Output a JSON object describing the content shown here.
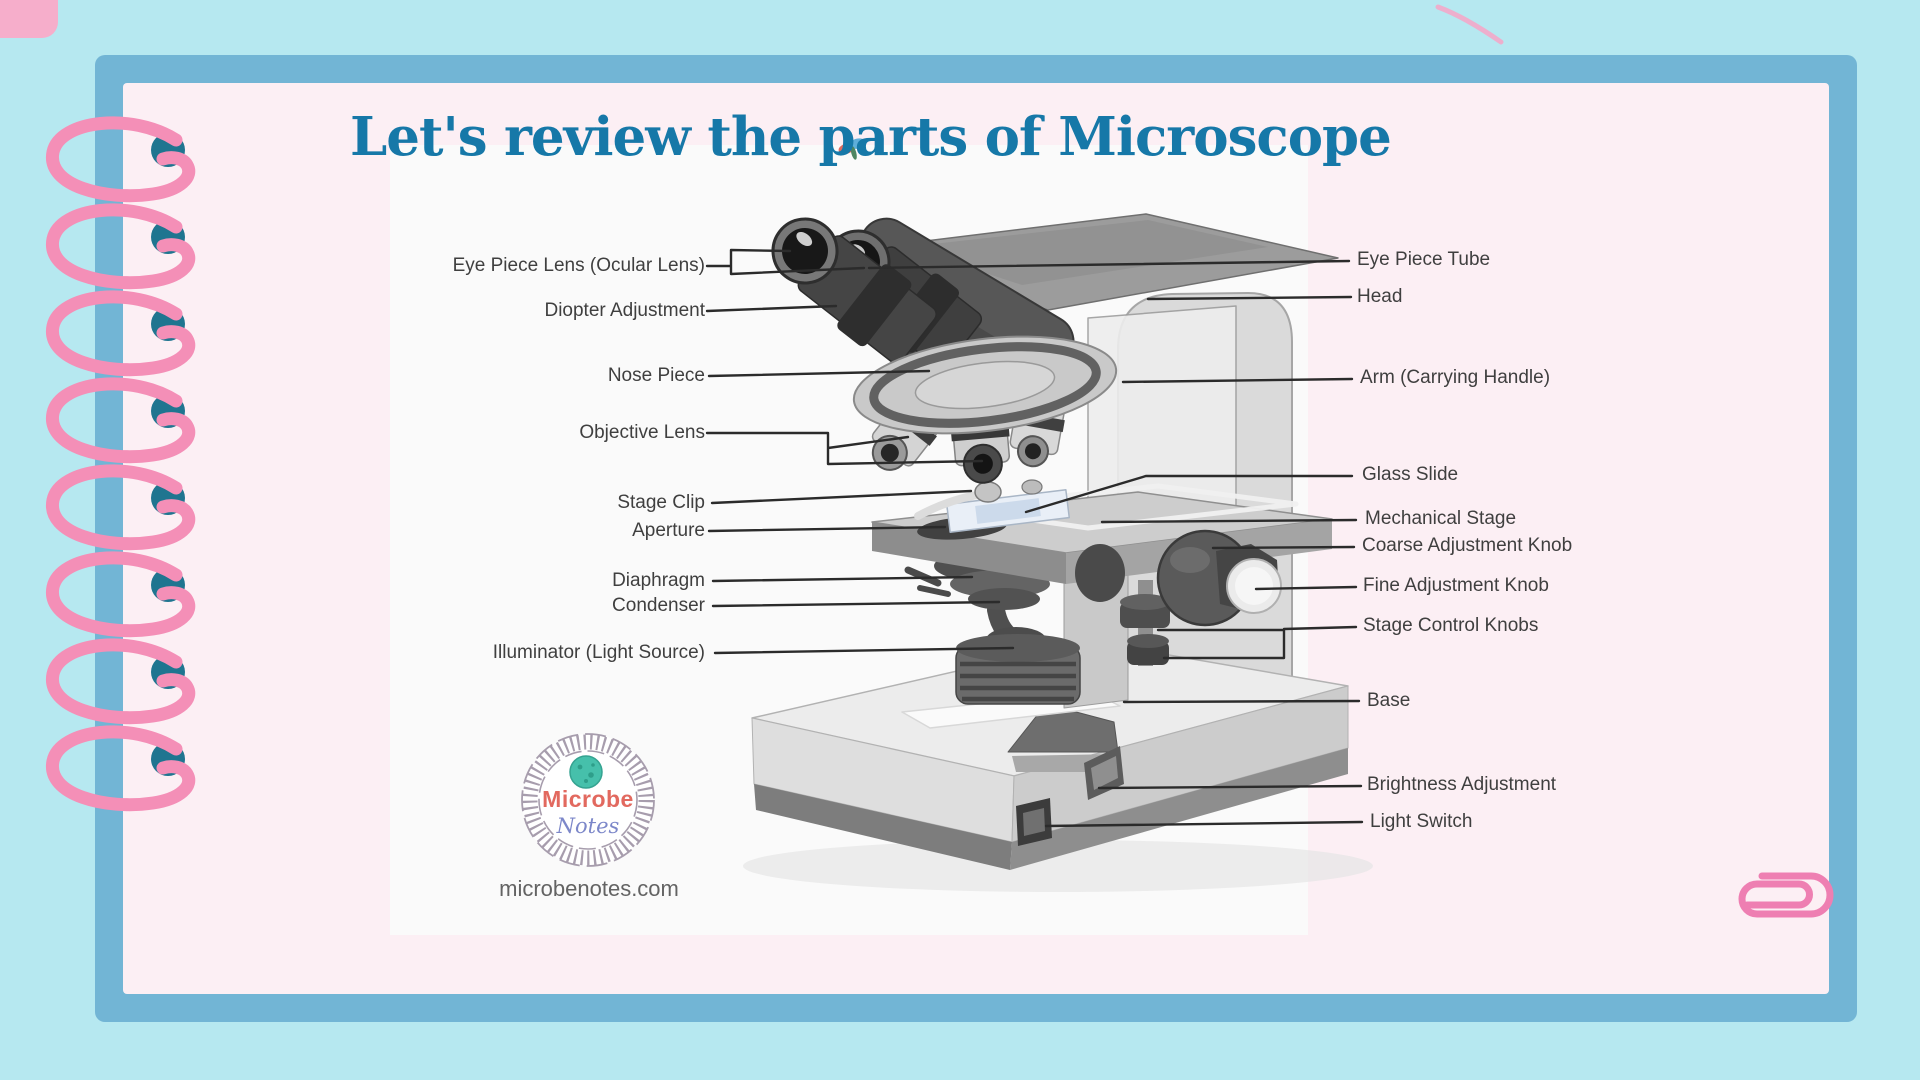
{
  "title": "Let's review the parts of Microscope",
  "diagram": {
    "left_labels": [
      "Eye Piece Lens (Ocular Lens)",
      "Diopter Adjustment",
      "Nose Piece",
      "Objective Lens",
      "Stage Clip",
      "Aperture",
      "Diaphragm",
      "Condenser",
      "Illuminator (Light Source)"
    ],
    "right_labels": [
      "Eye Piece Tube",
      "Head",
      "Arm (Carrying Handle)",
      "Glass Slide",
      "Mechanical Stage",
      "Coarse Adjustment Knob",
      "Fine Adjustment Knob",
      "Stage Control Knobs",
      "Base",
      "Brightness Adjustment",
      "Light Switch"
    ],
    "logo": {
      "name": "Microbe",
      "subname": "Notes"
    },
    "website": "microbenotes.com"
  },
  "decorations": {
    "spiral_ring_count": 8
  },
  "colors": {
    "background_cyan": "#b6e8f0",
    "frame_blue": "#72b5d5",
    "card_pink": "#fceff4",
    "diagram_bg": "#fafafa",
    "title_teal": "#1678a8",
    "label_gray": "#3f3f3f",
    "leader_line": "#2b2b2b",
    "spiral_pink": "#f48fb7",
    "spiral_hole_teal": "#1f7590",
    "paperclip_pink": "#ee7fb2",
    "logo_red": "#e2695f",
    "logo_blue": "#7c87c9"
  }
}
